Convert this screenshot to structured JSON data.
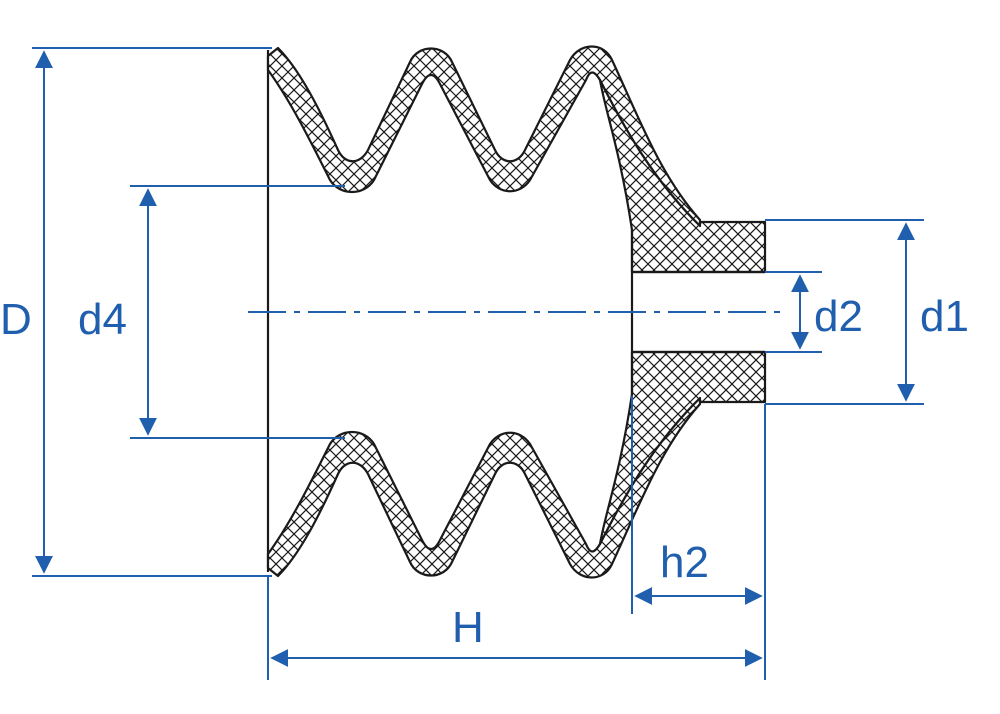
{
  "colors": {
    "dimension": "#1f5fad",
    "outline": "#1a1a1a",
    "hatch": "#1a1a1a",
    "background": "#ffffff"
  },
  "labels": {
    "D": "D",
    "d4": "d4",
    "d2": "d2",
    "d1": "d1",
    "h2": "h2",
    "H": "H"
  }
}
